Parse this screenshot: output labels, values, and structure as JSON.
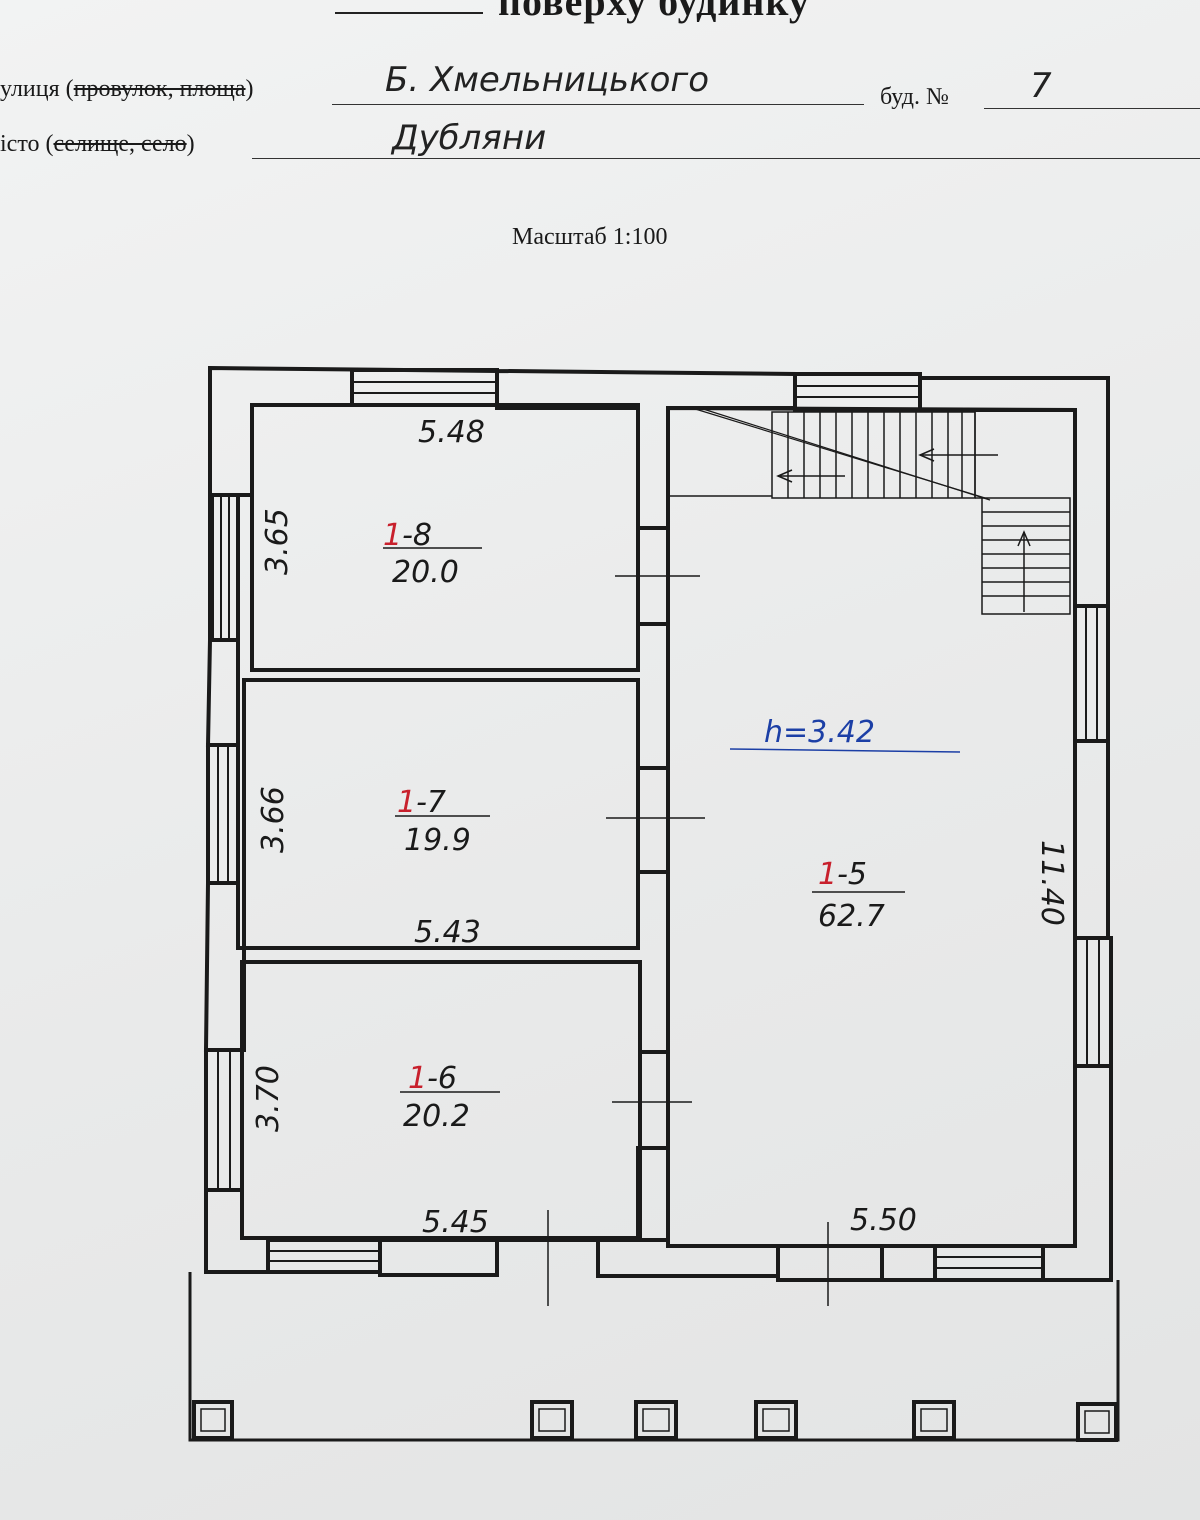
{
  "header": {
    "title": "поверху будинку",
    "street_label": "улиця (",
    "street_struck": "провулок, площа",
    "street_close": ")",
    "street_value": "Б. Хмельницького",
    "house_label": "буд. №",
    "house_value": "7",
    "city_label": "істо (",
    "city_struck": "селище, село",
    "city_close": ")",
    "city_value": "Дубляни"
  },
  "scale": "Масштаб 1:100",
  "plan": {
    "height_note": "h=3.42",
    "rooms": [
      {
        "floor": "1",
        "id": "-8",
        "area": "20.0",
        "width": "5.48",
        "length": "3.65"
      },
      {
        "floor": "1",
        "id": "-7",
        "area": "19.9",
        "width": "5.43",
        "length": "3.66"
      },
      {
        "floor": "1",
        "id": "-6",
        "area": "20.2",
        "width": "5.45",
        "length": "3.70"
      },
      {
        "floor": "1",
        "id": "-5",
        "area": "62.7",
        "width": "5.50",
        "length": "11.40"
      }
    ]
  },
  "colors": {
    "ink": "#1a1a1a",
    "floor_number": "#c8202c",
    "height_note": "#1c3fa6"
  }
}
